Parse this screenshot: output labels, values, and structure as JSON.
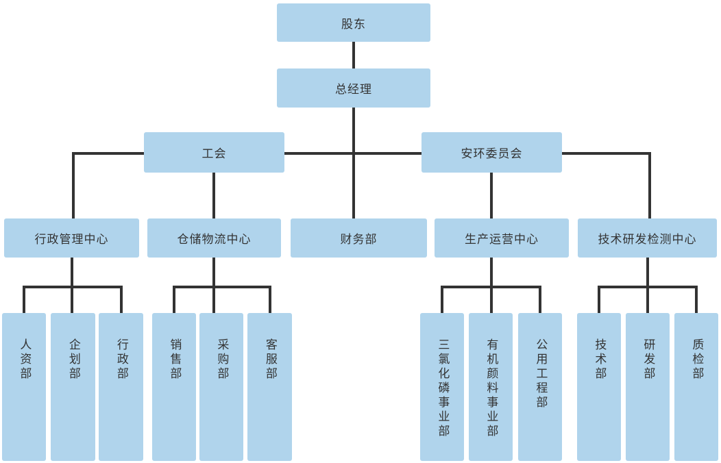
{
  "colors": {
    "box_fill": "#b0d4ec",
    "line": "#333333",
    "text": "#333333",
    "background": "#ffffff"
  },
  "org_chart": {
    "shareholders": {
      "label": "股东"
    },
    "general_manager": {
      "label": "总经理"
    },
    "committees": [
      {
        "label": "工会"
      },
      {
        "label": "安环委员会"
      }
    ],
    "centers": [
      {
        "label": "行政管理中心",
        "departments": [
          "人资部",
          "企划部",
          "行政部"
        ]
      },
      {
        "label": "仓储物流中心",
        "departments": [
          "销售部",
          "采购部",
          "客服部"
        ]
      },
      {
        "label": "财务部",
        "departments": []
      },
      {
        "label": "生产运营中心",
        "departments": [
          "三氯化磷事业部",
          "有机颜料事业部",
          "公用工程部"
        ]
      },
      {
        "label": "技术研发检测中心",
        "departments": [
          "技术部",
          "研发部",
          "质检部"
        ]
      }
    ]
  }
}
